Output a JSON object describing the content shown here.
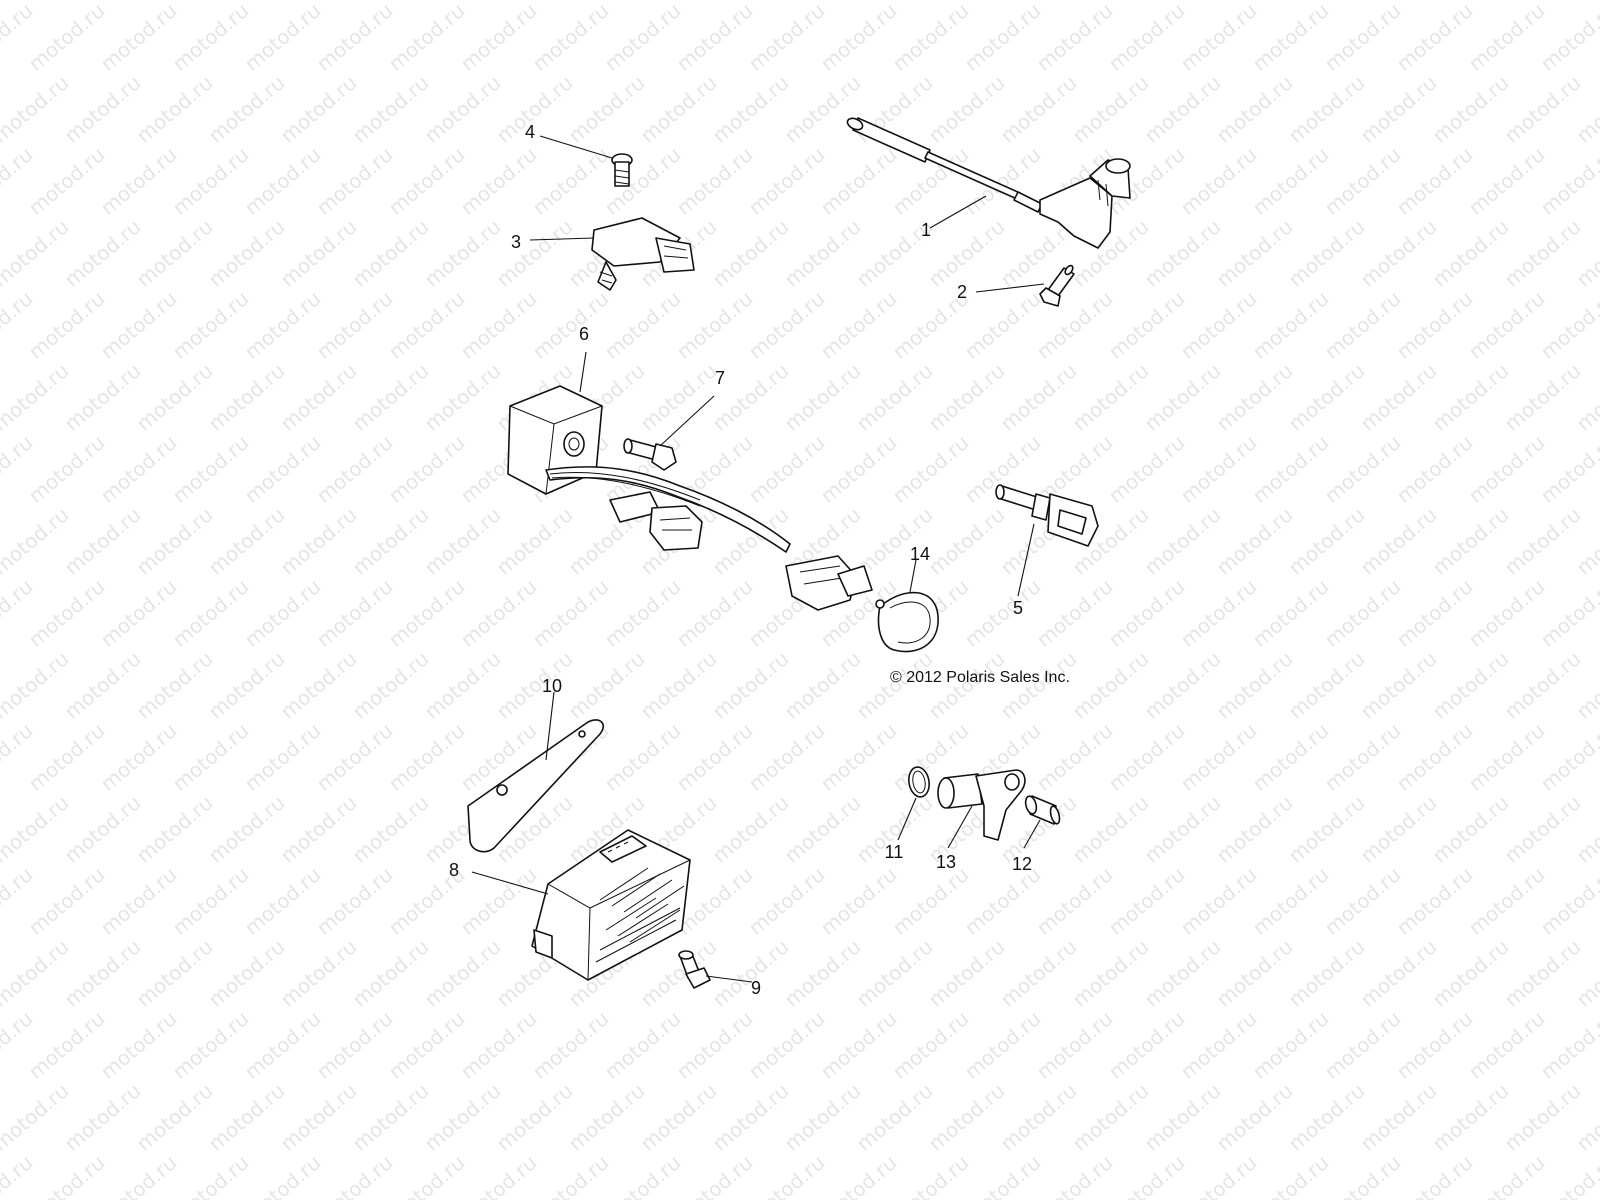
{
  "watermark": {
    "text": "motod.ru"
  },
  "copyright": "© 2012 Polaris Sales Inc.",
  "parts": [
    {
      "number": "1",
      "icon": "crankshaft-position-sensor-icon"
    },
    {
      "number": "2",
      "icon": "bolt-icon"
    },
    {
      "number": "3",
      "icon": "map-sensor-icon"
    },
    {
      "number": "4",
      "icon": "bolt-icon"
    },
    {
      "number": "5",
      "icon": "temperature-sensor-icon"
    },
    {
      "number": "6",
      "icon": "module-harness-icon"
    },
    {
      "number": "7",
      "icon": "bolt-icon"
    },
    {
      "number": "8",
      "icon": "voltage-regulator-icon"
    },
    {
      "number": "9",
      "icon": "bolt-icon"
    },
    {
      "number": "10",
      "icon": "gasket-icon"
    },
    {
      "number": "11",
      "icon": "o-ring-icon"
    },
    {
      "number": "12",
      "icon": "bolt-icon"
    },
    {
      "number": "13",
      "icon": "speed-sensor-icon"
    },
    {
      "number": "14",
      "icon": "cable-tie-icon"
    }
  ]
}
